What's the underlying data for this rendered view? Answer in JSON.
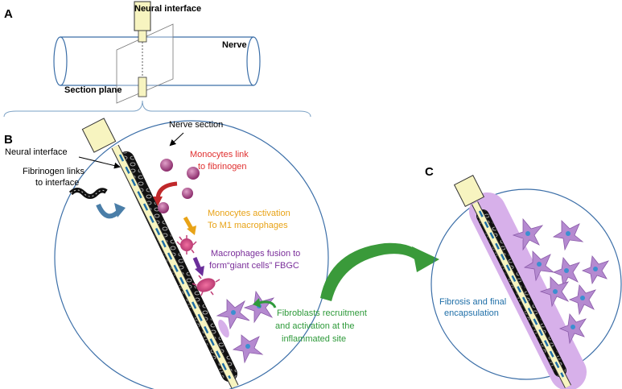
{
  "panels": {
    "a": {
      "letter": "A"
    },
    "b": {
      "letter": "B"
    },
    "c": {
      "letter": "C"
    }
  },
  "panel_a": {
    "neural_interface": "Neural interface",
    "nerve": "Nerve",
    "section_plane": "Section plane"
  },
  "panel_b": {
    "nerve_section": "Nerve section",
    "neural_interface": "Neural interface",
    "fibrinogen_line1": "Fibrinogen links",
    "fibrinogen_line2": "to interface",
    "monocytes_link_line1": "Monocytes link",
    "monocytes_link_line2": "to fibrinogen",
    "monocytes_activation_line1": "Monocytes activation",
    "monocytes_activation_line2": "To M1 macrophages",
    "macrophages_fusion_line1": "Macrophages fusion to",
    "macrophages_fusion_line2": "form“giant cells” FBGC",
    "fibroblasts_line1": "Fibroblasts recruitment",
    "fibroblasts_line2": "and activation at the",
    "fibroblasts_line3": "inflammated site"
  },
  "panel_c": {
    "fibrosis_line1": "Fibrosis and final",
    "fibrosis_line2": "encapsulation"
  },
  "colors": {
    "red": "#e03030",
    "orange": "#e8a317",
    "purple": "#7a2e9a",
    "green": "#2e9a3a",
    "blue": "#1f6fa8",
    "circle": "#3c6fa8",
    "electrode": "#f7f4c0",
    "cell": "#b58ad0"
  }
}
